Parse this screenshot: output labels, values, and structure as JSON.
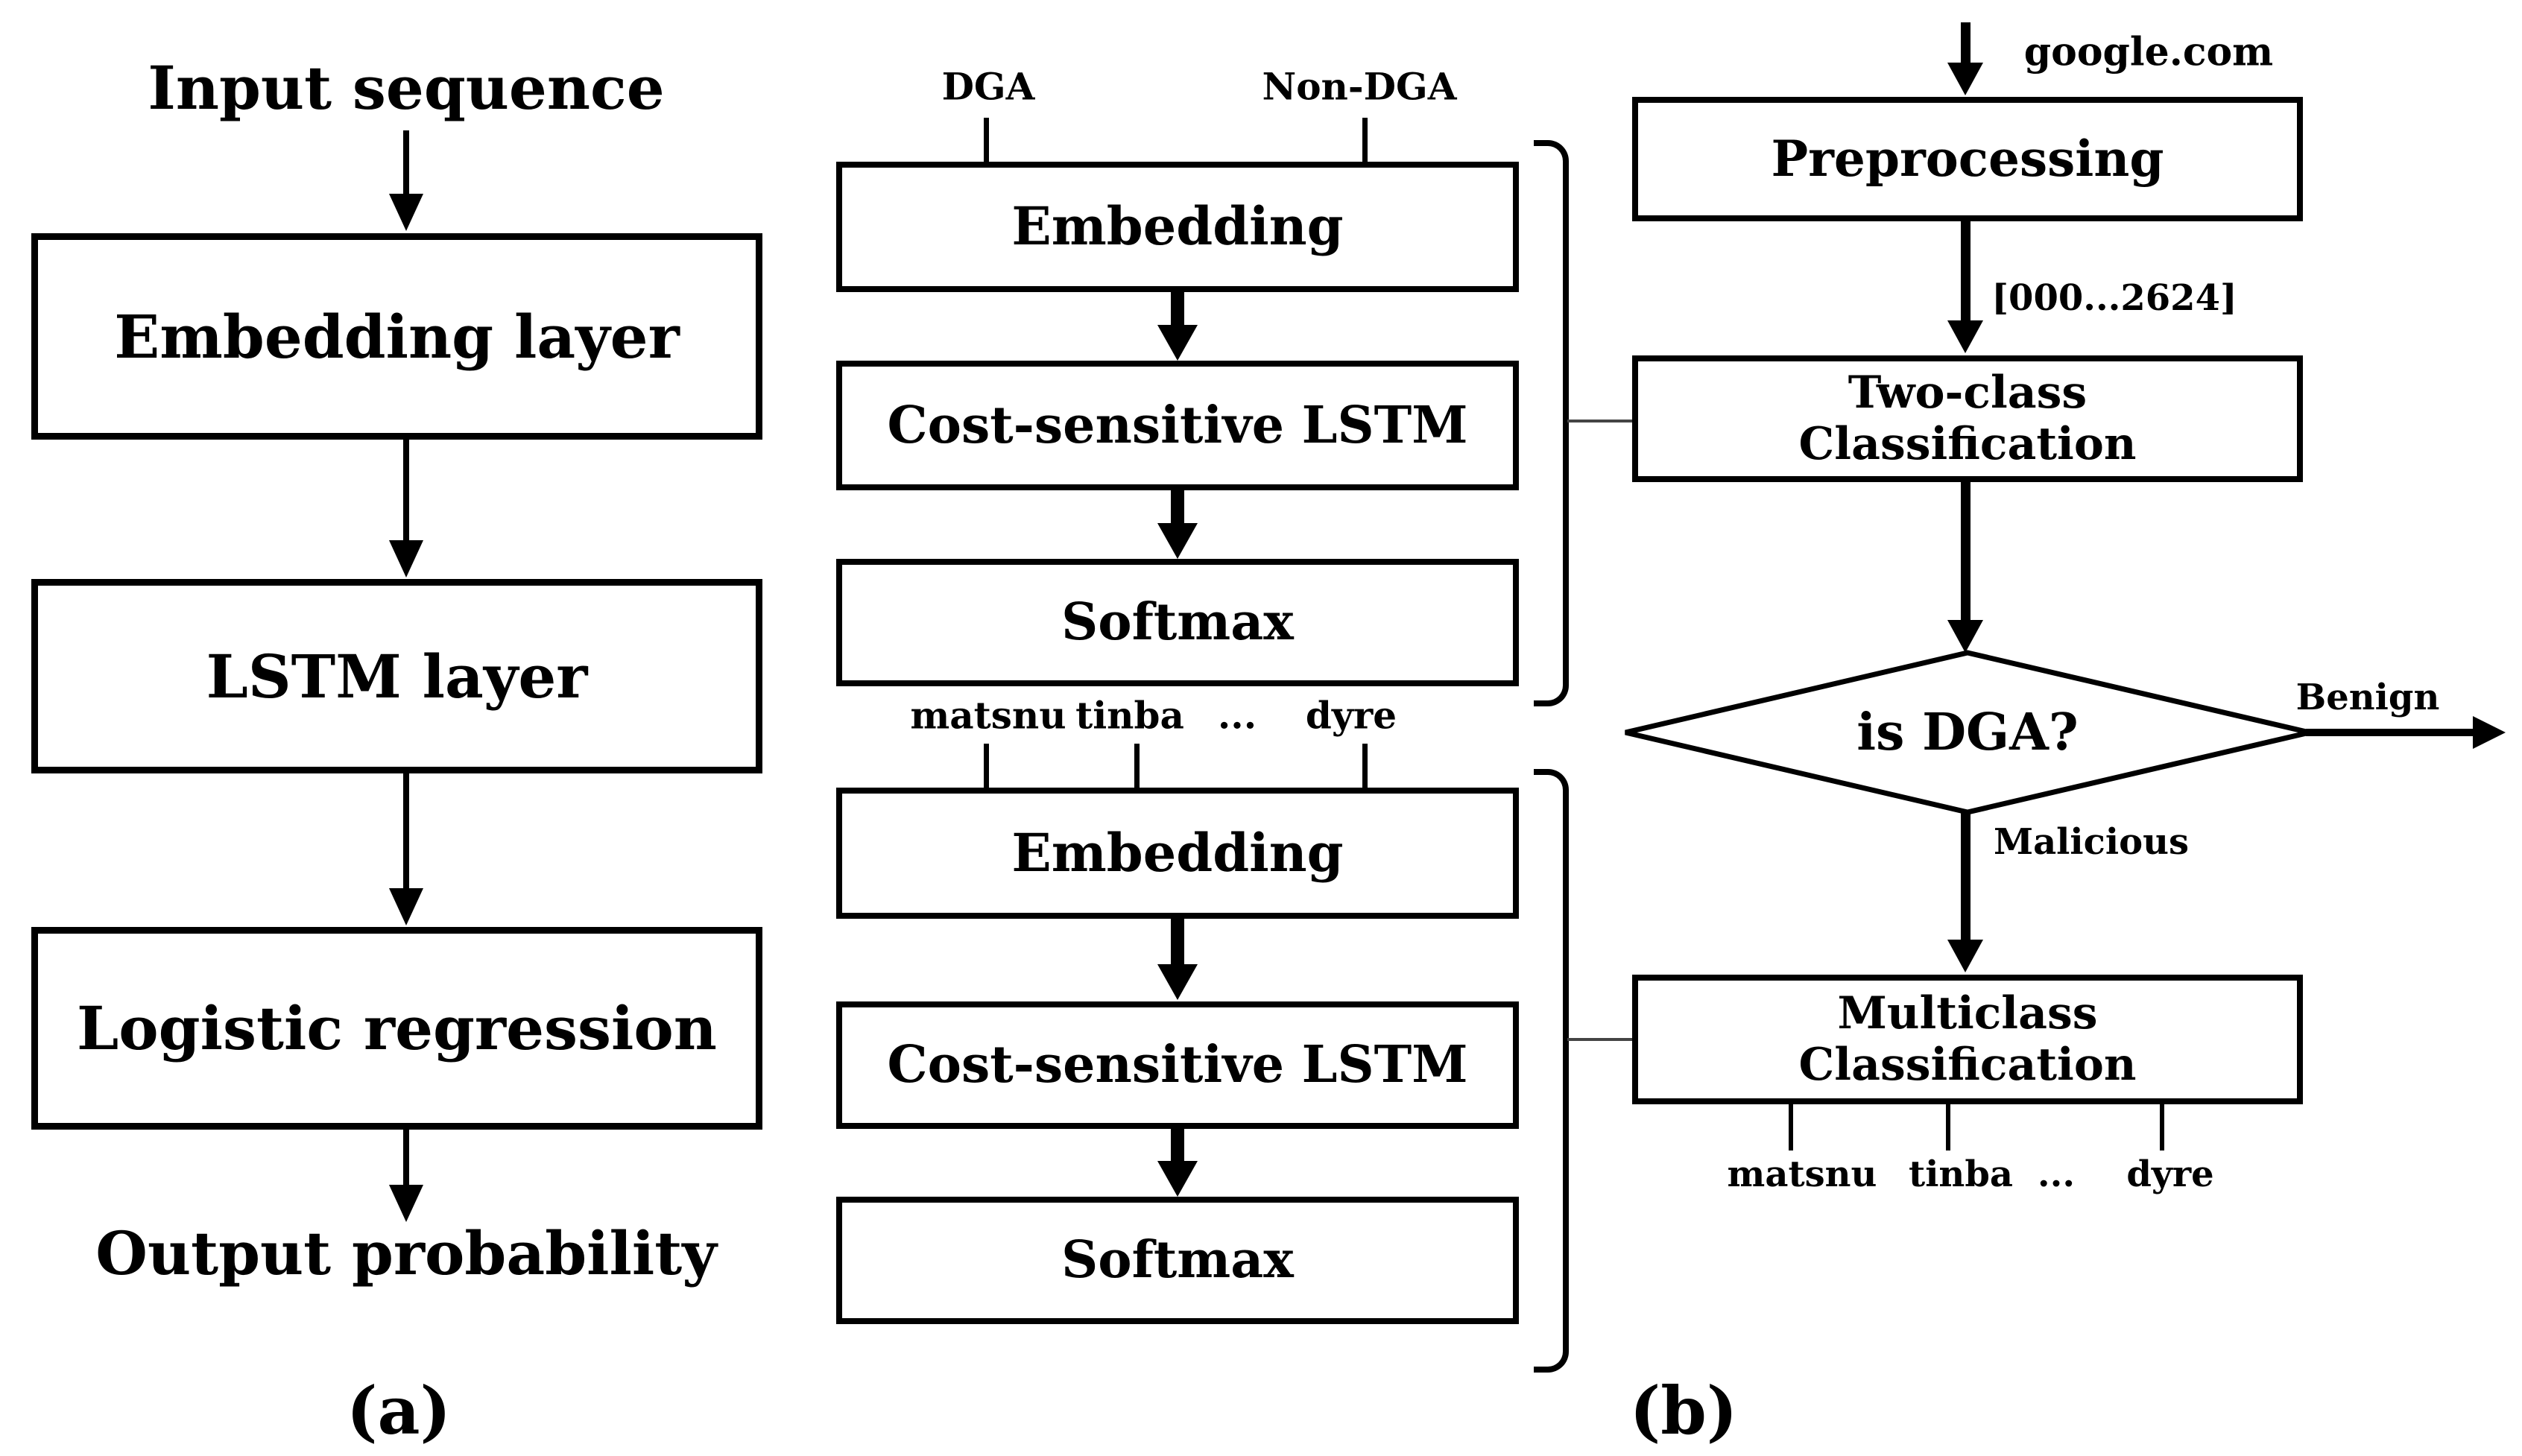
{
  "panel_a": {
    "caption": "(a)",
    "input_label": "Input sequence",
    "layers": [
      "Embedding layer",
      "LSTM layer",
      "Logistic regression"
    ],
    "output_label": "Output probability"
  },
  "panel_b": {
    "caption": "(b)",
    "binary_pipeline": {
      "inputs": [
        "DGA",
        "Non-DGA"
      ],
      "layers": [
        "Embedding",
        "Cost-sensitive LSTM",
        "Softmax"
      ]
    },
    "multi_pipeline": {
      "inputs": [
        "matsnu",
        "tinba",
        "...",
        "dyre"
      ],
      "layers": [
        "Embedding",
        "Cost-sensitive LSTM",
        "Softmax"
      ]
    },
    "flow": {
      "input_domain": "google.com",
      "step1": "Preprocessing",
      "encoded_vector": "[000...2624]",
      "step2_line1": "Two-class",
      "step2_line2": "Classification",
      "decision": "is DGA?",
      "benign_branch": "Benign",
      "malicious_branch": "Malicious",
      "step3_line1": "Multiclass",
      "step3_line2": "Classification",
      "output_classes": [
        "matsnu",
        "tinba",
        "...",
        "dyre"
      ]
    }
  },
  "colors": {
    "ink": "#000000",
    "paper": "#ffffff",
    "connector": "#444444"
  }
}
